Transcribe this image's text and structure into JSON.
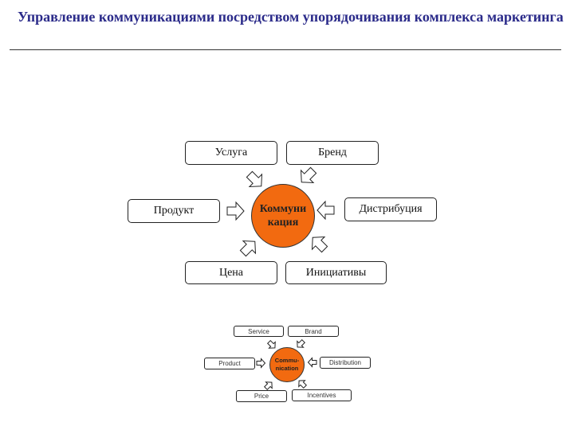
{
  "title": "Управление  коммуникациями посредством упорядочивания комплекса маркетинга",
  "diagram_ru": {
    "center": "Коммуни кация",
    "nodes": [
      "Услуга",
      "Бренд",
      "Продукт",
      "Дистрибуция",
      "Цена",
      "Инициативы"
    ]
  },
  "diagram_en": {
    "center": "Commu-nication",
    "nodes": [
      "Service",
      "Brand",
      "Product",
      "Distribution",
      "Price",
      "Incentives"
    ]
  },
  "colors": {
    "center": "#f26a10",
    "title": "#2b2b8a"
  }
}
